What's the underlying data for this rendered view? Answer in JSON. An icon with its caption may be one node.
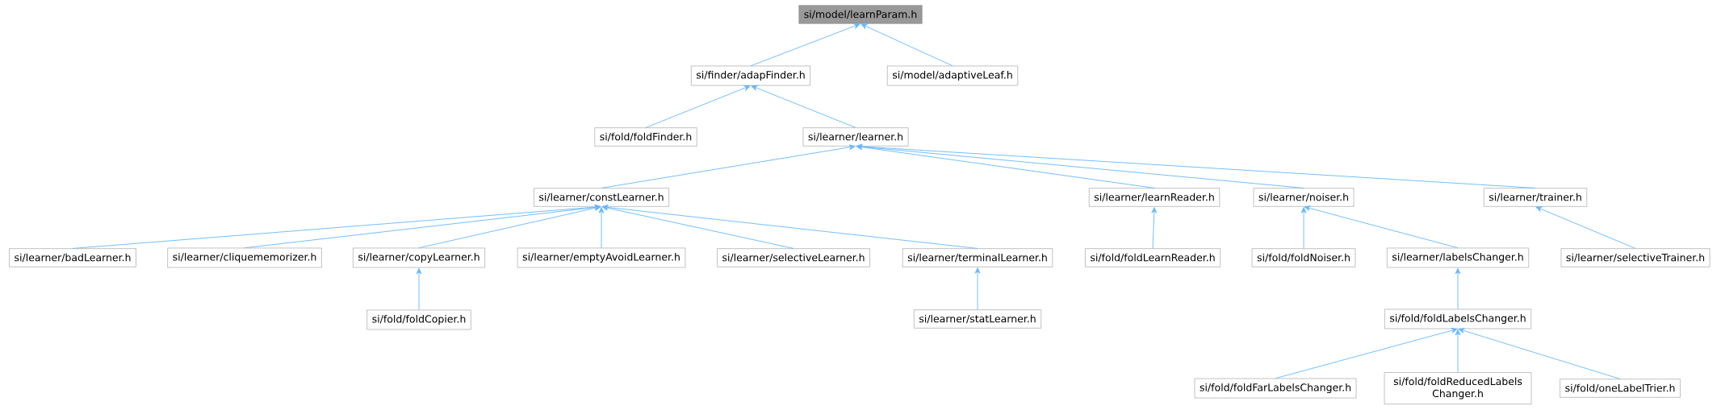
{
  "diagram": {
    "nodes": [
      {
        "text": [
          "si/model/learnParam.h"
        ]
      },
      {
        "text": [
          "si/finder/adapFinder.h"
        ]
      },
      {
        "text": [
          "si/model/adaptiveLeaf.h"
        ]
      },
      {
        "text": [
          "si/fold/foldFinder.h"
        ]
      },
      {
        "text": [
          "si/learner/learner.h"
        ]
      },
      {
        "text": [
          "si/learner/constLearner.h"
        ]
      },
      {
        "text": [
          "si/learner/learnReader.h"
        ]
      },
      {
        "text": [
          "si/learner/noiser.h"
        ]
      },
      {
        "text": [
          "si/learner/trainer.h"
        ]
      },
      {
        "text": [
          "si/learner/badLearner.h"
        ]
      },
      {
        "text": [
          "si/learner/cliquememorizer.h"
        ]
      },
      {
        "text": [
          "si/learner/copyLearner.h"
        ]
      },
      {
        "text": [
          "si/learner/emptyAvoidLearner.h"
        ]
      },
      {
        "text": [
          "si/learner/selectiveLearner.h"
        ]
      },
      {
        "text": [
          "si/learner/terminalLearner.h"
        ]
      },
      {
        "text": [
          "si/fold/foldLearnReader.h"
        ]
      },
      {
        "text": [
          "si/fold/foldNoiser.h"
        ]
      },
      {
        "text": [
          "si/learner/labelsChanger.h"
        ]
      },
      {
        "text": [
          "si/learner/selectiveTrainer.h"
        ]
      },
      {
        "text": [
          "si/fold/foldCopier.h"
        ]
      },
      {
        "text": [
          "si/learner/statLearner.h"
        ]
      },
      {
        "text": [
          "si/fold/foldLabelsChanger.h"
        ]
      },
      {
        "text": [
          "si/fold/foldFarLabelsChanger.h"
        ]
      },
      {
        "text": [
          "si/fold/foldReducedLabels Changer.h"
        ]
      },
      {
        "text": [
          "si/fold/oneLabelTrier.h"
        ]
      }
    ],
    "edges": [
      {
        "from": 1,
        "to": 0,
        "arrow": "to"
      },
      {
        "from": 2,
        "to": 0,
        "arrow": "to"
      },
      {
        "from": 3,
        "to": 1,
        "arrow": "to"
      },
      {
        "from": 4,
        "to": 1,
        "arrow": "to"
      },
      {
        "from": 5,
        "to": 4,
        "arrow": "to"
      },
      {
        "from": 6,
        "to": 4,
        "arrow": "to"
      },
      {
        "from": 7,
        "to": 4,
        "arrow": "to"
      },
      {
        "from": 8,
        "to": 4,
        "arrow": "to"
      },
      {
        "from": 9,
        "to": 5,
        "arrow": "to"
      },
      {
        "from": 10,
        "to": 5,
        "arrow": "to"
      },
      {
        "from": 11,
        "to": 5,
        "arrow": "to"
      },
      {
        "from": 12,
        "to": 5,
        "arrow": "to"
      },
      {
        "from": 13,
        "to": 5,
        "arrow": "to"
      },
      {
        "from": 14,
        "to": 5,
        "arrow": "to"
      },
      {
        "from": 15,
        "to": 6,
        "arrow": "to"
      },
      {
        "from": 16,
        "to": 7,
        "arrow": "to"
      },
      {
        "from": 17,
        "to": 7,
        "arrow": "to"
      },
      {
        "from": 18,
        "to": 8,
        "arrow": "to"
      },
      {
        "from": 19,
        "to": 11,
        "arrow": "to"
      },
      {
        "from": 20,
        "to": 14,
        "arrow": "to"
      },
      {
        "from": 21,
        "to": 17,
        "arrow": "to"
      },
      {
        "from": 22,
        "to": 21,
        "arrow": "to"
      },
      {
        "from": 23,
        "to": 21,
        "arrow": "to"
      },
      {
        "from": 24,
        "to": 21,
        "arrow": "to"
      }
    ]
  }
}
